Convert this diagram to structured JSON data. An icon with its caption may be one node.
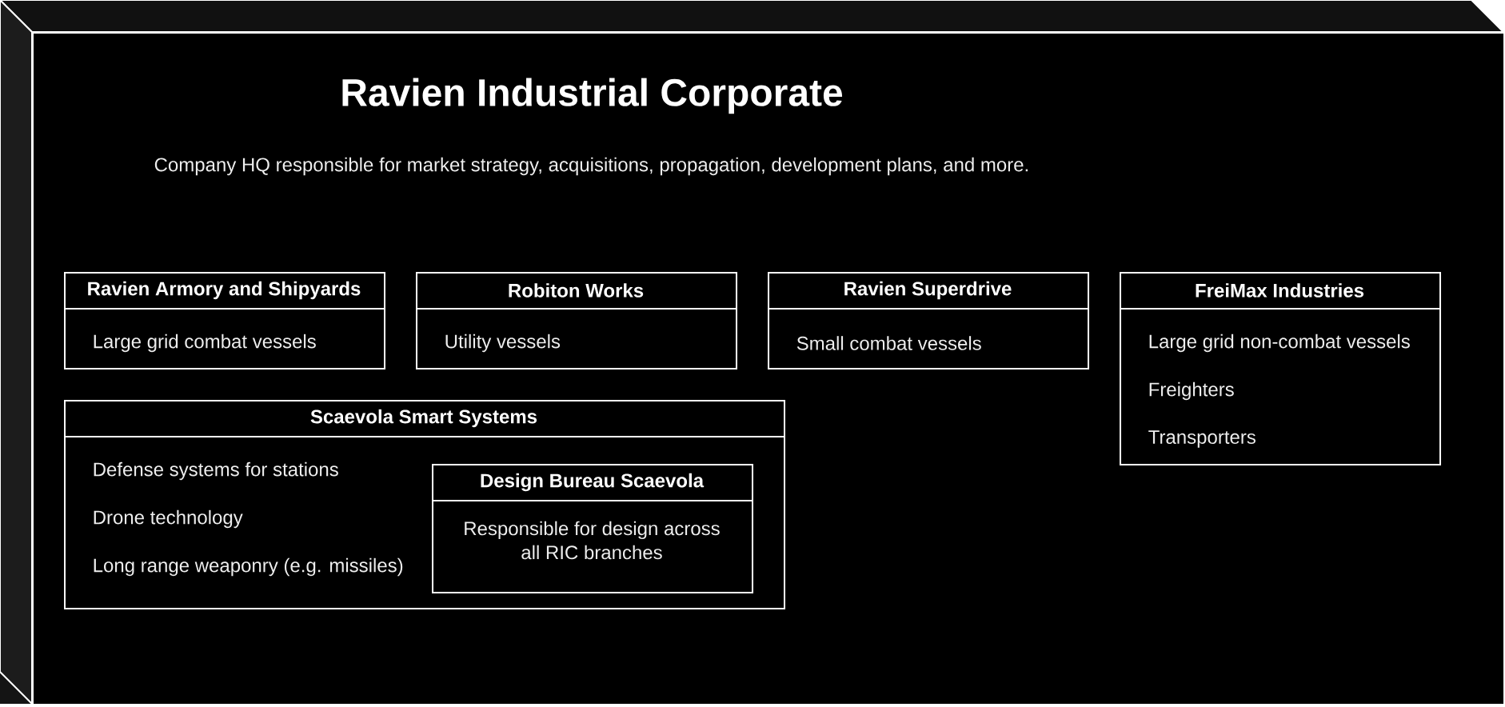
{
  "diagram": {
    "nodes": [
      {
        "text": [
          "Ravien Industrial Corporate",
          "Company HQ responsible for market strategy, acquisitions, propagation, development plans, and more."
        ]
      },
      {
        "text": [
          "Ravien Armory and Shipyards",
          "Large grid combat vessels"
        ],
        "in": 0
      },
      {
        "text": [
          "Robiton Works",
          "Utility vessels"
        ],
        "in": 0
      },
      {
        "text": [
          "Ravien Superdrive",
          "Small combat vessels"
        ],
        "in": 0
      },
      {
        "text": [
          "FreiMax Industries",
          "Large grid non-combat vessels",
          "Freighters",
          "Transporters"
        ],
        "in": 0
      },
      {
        "text": [
          "Scaevola Smart Systems",
          "Defense systems for stations",
          "Drone technology",
          "Long range weaponry (e.g. missiles)"
        ],
        "in": 0
      },
      {
        "text": [
          "Design Bureau Scaevola",
          "Responsible for design across all RIC branches"
        ],
        "in": 5
      }
    ]
  }
}
